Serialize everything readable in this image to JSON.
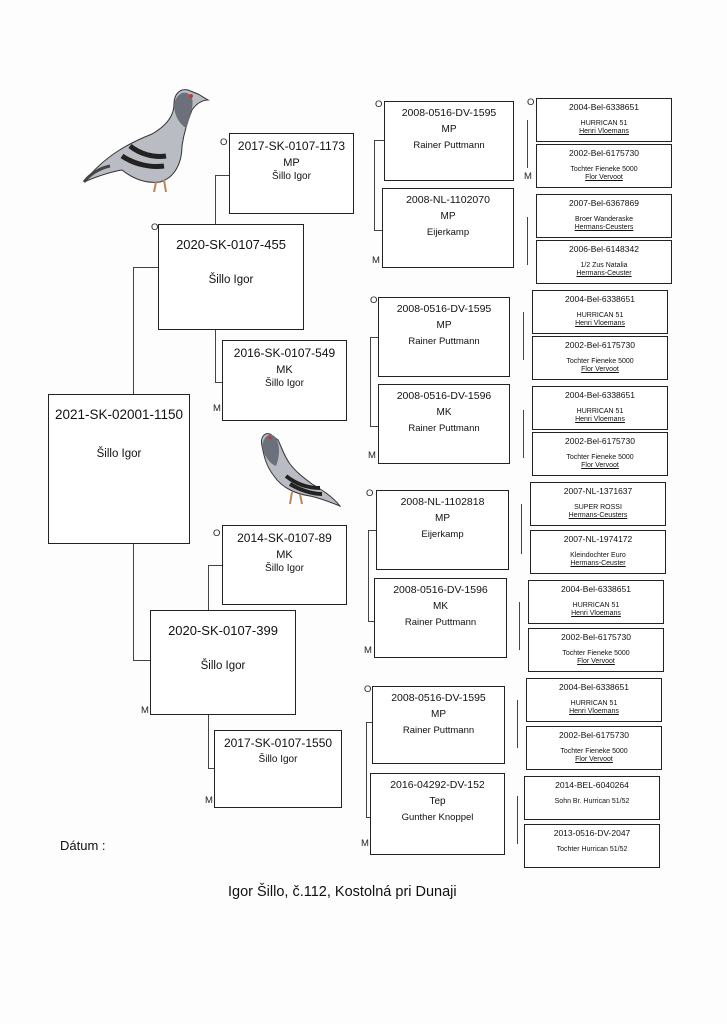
{
  "subject": {
    "ring": "2021-SK-02001-1150",
    "owner": "Šillo Igor"
  },
  "parents": [
    {
      "ring": "2020-SK-0107-455",
      "owner": "Šillo Igor"
    },
    {
      "ring": "2020-SK-0107-399",
      "owner": "Šillo Igor"
    }
  ],
  "grandparents": [
    {
      "ring": "2017-SK-0107-1173",
      "sex": "MP",
      "owner": "Šillo Igor"
    },
    {
      "ring": "2016-SK-0107-549",
      "sex": "MK",
      "owner": "Šillo Igor"
    },
    {
      "ring": "2014-SK-0107-89",
      "sex": "MK",
      "owner": "Šillo Igor"
    },
    {
      "ring": "2017-SK-0107-1550",
      "sex": "",
      "owner": "Šillo Igor"
    }
  ],
  "great_grandparents": [
    {
      "ring": "2008-0516-DV-1595",
      "sex": "MP",
      "owner": "Rainer Puttmann"
    },
    {
      "ring": "2008-NL-1102070",
      "sex": "MP",
      "owner": "Eijerkamp"
    },
    {
      "ring": "2008-0516-DV-1595",
      "sex": "MP",
      "owner": "Rainer Puttmann"
    },
    {
      "ring": "2008-0516-DV-1596",
      "sex": "MK",
      "owner": "Rainer Puttmann"
    },
    {
      "ring": "2008-NL-1102818",
      "sex": "MP",
      "owner": "Eijerkamp"
    },
    {
      "ring": "2008-0516-DV-1596",
      "sex": "MK",
      "owner": "Rainer Puttmann"
    },
    {
      "ring": "2008-0516-DV-1595",
      "sex": "MP",
      "owner": "Rainer Puttmann"
    },
    {
      "ring": "2016-04292-DV-152",
      "sex": "Tep",
      "owner": "Gunther Knoppel"
    }
  ],
  "great_great_grandparents": [
    {
      "ring": "2004-Bel-6338651",
      "line1": "HURRICAN 51",
      "line2": "Henri Vloemans"
    },
    {
      "ring": "2002-Bel-6175730",
      "line1": "Tochter Fieneke 5000",
      "line2": "Flor Vervoot"
    },
    {
      "ring": "2007-Bel-6367869",
      "line1": "Broer Wanderaske",
      "line2": "Hermans-Ceusters"
    },
    {
      "ring": "2006-Bel-6148342",
      "line1": "1/2 Zus Natalia",
      "line2": "Hermans-Ceuster"
    },
    {
      "ring": "2004-Bel-6338651",
      "line1": "HURRICAN 51",
      "line2": "Henri Vloemans"
    },
    {
      "ring": "2002-Bel-6175730",
      "line1": "Tochter Fieneke 5000",
      "line2": "Flor Vervoot"
    },
    {
      "ring": "2004-Bel-6338651",
      "line1": "HURRICAN 51",
      "line2": "Henri Vloemans"
    },
    {
      "ring": "2002-Bel-6175730",
      "line1": "Tochter Fieneke 5000",
      "line2": "Flor Vervoot"
    },
    {
      "ring": "2007-NL-1371637",
      "line1": "SUPER ROSSI",
      "line2": "Hermans-Ceusters"
    },
    {
      "ring": "2007-NL-1974172",
      "line1": "Kleindochter Euro",
      "line2": "Hermans-Ceuster"
    },
    {
      "ring": "2004-Bel-6338651",
      "line1": "HURRICAN 51",
      "line2": "Henri Vloemans"
    },
    {
      "ring": "2002-Bel-6175730",
      "line1": "Tochter Fieneke 5000",
      "line2": "Flor Vervoot"
    },
    {
      "ring": "2004-Bel-6338651",
      "line1": "HURRICAN 51",
      "line2": "Henri Vloemans"
    },
    {
      "ring": "2002-Bel-6175730",
      "line1": "Tochter Fieneke 5000",
      "line2": "Flor Vervoot"
    },
    {
      "ring": "2014-BEL-6040264",
      "line1": "Sohn Br. Hurrican 51/52",
      "line2": ""
    },
    {
      "ring": "2013-0516-DV-2047",
      "line1": "Tochter Hurrican 51/52",
      "line2": ""
    }
  ],
  "markers": {
    "father": "O",
    "mother": "M"
  },
  "footer": {
    "date_label": "Dátum :",
    "address": "Igor Šillo,  č.112, Kostolná pri Dunaji"
  },
  "icons": [
    "pigeon-icon"
  ]
}
